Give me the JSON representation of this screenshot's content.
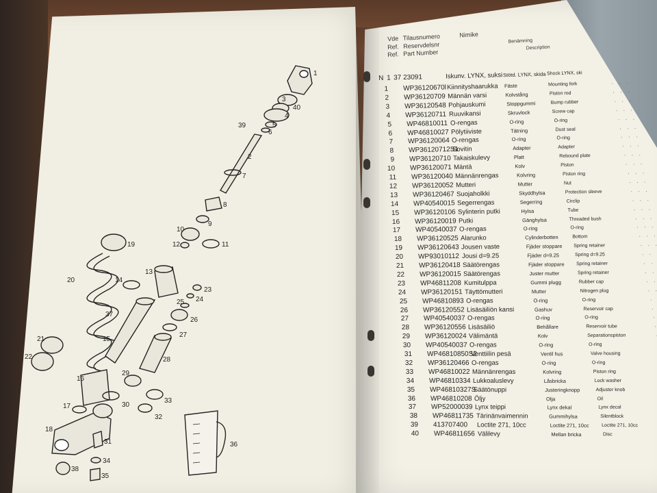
{
  "header": {
    "lines": [
      {
        "prefix": "Vde",
        "label": "Tilausnumero",
        "extra": "Nimike"
      },
      {
        "prefix": "Ref.",
        "label": "Reservdelsnr",
        "extra": "Benämning"
      },
      {
        "prefix": "Ref.",
        "label": "Part Number",
        "extra": "Description"
      }
    ]
  },
  "first_line": {
    "n": "N",
    "a": "1",
    "b": "37",
    "pn": "23091",
    "fi": "Iskunv. LYNX, suksi",
    "se": "Stötd. LYNX, skida",
    "en": "Shock LYNX, ski"
  },
  "parts": [
    {
      "n": "1",
      "pn": "WP36120670l",
      "fi": "Kiinnityshaarukka",
      "se": "Fäste",
      "en": "Mounting fork"
    },
    {
      "n": "2",
      "pn": "WP36120709",
      "fi": "Männän varsi",
      "se": "Kolvstång",
      "en": "Piston rod"
    },
    {
      "n": "3",
      "pn": "WP36120548",
      "fi": "Pohjauskumi",
      "se": "Stoppgummi",
      "en": "Bump rubber"
    },
    {
      "n": "4",
      "pn": "WP36120711",
      "fi": "Ruuvikansi",
      "se": "Skruvlock",
      "en": "Screw cap"
    },
    {
      "n": "5",
      "pn": "WP46810011",
      "fi": "O-rengas",
      "se": "O-ring",
      "en": "O-ring"
    },
    {
      "n": "6",
      "pn": "WP46810027",
      "fi": "Pölytiiviste",
      "se": "Tätning",
      "en": "Dust seal"
    },
    {
      "n": "7",
      "pn": "WP36120064",
      "fi": "O-rengas",
      "se": "O-ring",
      "en": "O-ring"
    },
    {
      "n": "8",
      "pn": "WP36120712S1",
      "fi": "Sovitin",
      "se": "Adapter",
      "en": "Adapter"
    },
    {
      "n": "9",
      "pn": "WP36120710",
      "fi": "Takaiskulevy",
      "se": "Platt",
      "en": "Rebound plate"
    },
    {
      "n": "10",
      "pn": "WP36120071",
      "fi": "Mäntä",
      "se": "Kolv",
      "en": "Piston"
    },
    {
      "n": "11",
      "pn": "WP36120040",
      "fi": "Männänrengas",
      "se": "Kolvring",
      "en": "Piston ring"
    },
    {
      "n": "12",
      "pn": "WP36120052",
      "fi": "Mutteri",
      "se": "Mutter",
      "en": "Nut"
    },
    {
      "n": "13",
      "pn": "WP36120467",
      "fi": "Suojaholkki",
      "se": "Skyddhylsa",
      "en": "Protection sleeve"
    },
    {
      "n": "14",
      "pn": "WP40540015",
      "fi": "Segerrengas",
      "se": "Segerring",
      "en": "Circlip"
    },
    {
      "n": "15",
      "pn": "WP36120106",
      "fi": "Sylinterin putki",
      "se": "Hylsa",
      "en": "Tube"
    },
    {
      "n": "16",
      "pn": "WP36120019",
      "fi": "Putki",
      "se": "Gänghylsa",
      "en": "Threaded bush"
    },
    {
      "n": "17",
      "pn": "WP40540037",
      "fi": "O-rengas",
      "se": "O-ring",
      "en": "O-ring"
    },
    {
      "n": "18",
      "pn": "WP36120525",
      "fi": "Alarunko",
      "se": "Cylinderbotten",
      "en": "Bottom"
    },
    {
      "n": "19",
      "pn": "WP36120643",
      "fi": "Jousen vaste",
      "se": "Fjäder stoppare",
      "en": "Spring retainer"
    },
    {
      "n": "20",
      "pn": "WP93010112",
      "fi": "Jousi d=9.25",
      "se": "Fjäder d=9.25",
      "en": "Spring d=9.25"
    },
    {
      "n": "21",
      "pn": "WP36120418",
      "fi": "Säätörengas",
      "se": "Fjäder stoppare",
      "en": "Spring retainer"
    },
    {
      "n": "22",
      "pn": "WP36120015",
      "fi": "Säätörengas",
      "se": "Juster mutter",
      "en": "Spring retainer"
    },
    {
      "n": "23",
      "pn": "WP46811208",
      "fi": "Kumitulppa",
      "se": "Gummi plugg",
      "en": "Rubber cap"
    },
    {
      "n": "24",
      "pn": "WP36120151",
      "fi": "Täyttömutteri",
      "se": "Mutter",
      "en": "Nitrogen plug"
    },
    {
      "n": "25",
      "pn": "WP46810893",
      "fi": "O-rengas",
      "se": "O-ring",
      "en": "O-ring"
    },
    {
      "n": "26",
      "pn": "WP36120552",
      "fi": "Lisäsäiliön kansi",
      "se": "Gashuv",
      "en": "Reservoir cap"
    },
    {
      "n": "27",
      "pn": "WP40540037",
      "fi": "O-rengas",
      "se": "O-ring",
      "en": "O-ring"
    },
    {
      "n": "28",
      "pn": "WP36120556",
      "fi": "Lisäsäiliö",
      "se": "Behållare",
      "en": "Reservoir tube"
    },
    {
      "n": "29",
      "pn": "WP36120024",
      "fi": "Välimäntä",
      "se": "Kolv",
      "en": "Separationspiston"
    },
    {
      "n": "30",
      "pn": "WP40540037",
      "fi": "O-rengas",
      "se": "O-ring",
      "en": "O-ring"
    },
    {
      "n": "31",
      "pn": "WP46810850S2",
      "fi": "Venttiilin pesä",
      "se": "Ventil hus",
      "en": "Valve housing"
    },
    {
      "n": "32",
      "pn": "WP36120466",
      "fi": "O-rengas",
      "se": "O-ring",
      "en": "O-ring"
    },
    {
      "n": "33",
      "pn": "WP46810022",
      "fi": "Männänrengas",
      "se": "Kolvring",
      "en": "Piston ring"
    },
    {
      "n": "34",
      "pn": "WP46810334",
      "fi": "Lukkoaluslevy",
      "se": "Låsbricka",
      "en": "Lock washer"
    },
    {
      "n": "35",
      "pn": "WP46810327S",
      "fi": "Säätönuppi",
      "se": "Justeringknopp",
      "en": "Adjuster knob"
    },
    {
      "n": "36",
      "pn": "WP46810208",
      "fi": "Öljy",
      "se": "Olja",
      "en": "Oil"
    },
    {
      "n": "37",
      "pn": "WP52000039",
      "fi": "Lynx teippi",
      "se": "Lynx dekal",
      "en": "Lynx decal"
    },
    {
      "n": "38",
      "pn": "WP46811735",
      "fi": "Tärinänvaimennin",
      "se": "Gummihylsa",
      "en": "Silentblock"
    },
    {
      "n": "39",
      "pn": "413707400",
      "fi": "Loctite 271, 10cc",
      "se": "Loctite 271, 10cc",
      "en": "Loctite 271, 10cc"
    },
    {
      "n": "40",
      "pn": "WP46811656",
      "fi": "Välilevy",
      "se": "Mellan bricka",
      "en": "Disc"
    }
  ],
  "diagram_labels": [
    "1",
    "40",
    "3",
    "4",
    "5",
    "39",
    "6",
    "2",
    "7",
    "8",
    "9",
    "10",
    "12",
    "11",
    "19",
    "13",
    "14",
    "23",
    "24",
    "25",
    "20",
    "37",
    "26",
    "27",
    "15",
    "28",
    "21",
    "22",
    "29",
    "16",
    "17",
    "30",
    "33",
    "32",
    "18",
    "31",
    "34",
    "35",
    "36",
    "38"
  ]
}
